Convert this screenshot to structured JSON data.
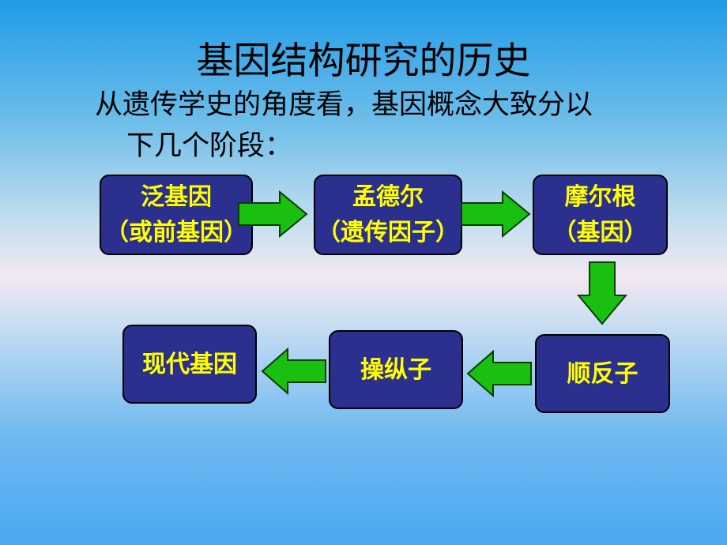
{
  "slide": {
    "title": "基因结构研究的历史",
    "intro_line1": "从遗传学史的角度看，基因概念大致分以",
    "intro_line2": "下几个阶段："
  },
  "stages": [
    {
      "line1": "泛基因",
      "line2": "（或前基因）"
    },
    {
      "line1": "孟德尔",
      "line2": "（遗传因子）"
    },
    {
      "line1": "摩尔根",
      "line2": "（基因）"
    },
    {
      "line1": "顺反子"
    },
    {
      "line1": "操纵子"
    },
    {
      "line1": "现代基因"
    }
  ],
  "colors": {
    "box_fill": "#2b2f8e",
    "box_text": "#ffff00",
    "arrow_fill": "#19c00f",
    "arrow_stroke": "#0b3a07"
  },
  "icons": [
    "arrow-right-icon",
    "arrow-down-icon",
    "arrow-left-icon"
  ]
}
